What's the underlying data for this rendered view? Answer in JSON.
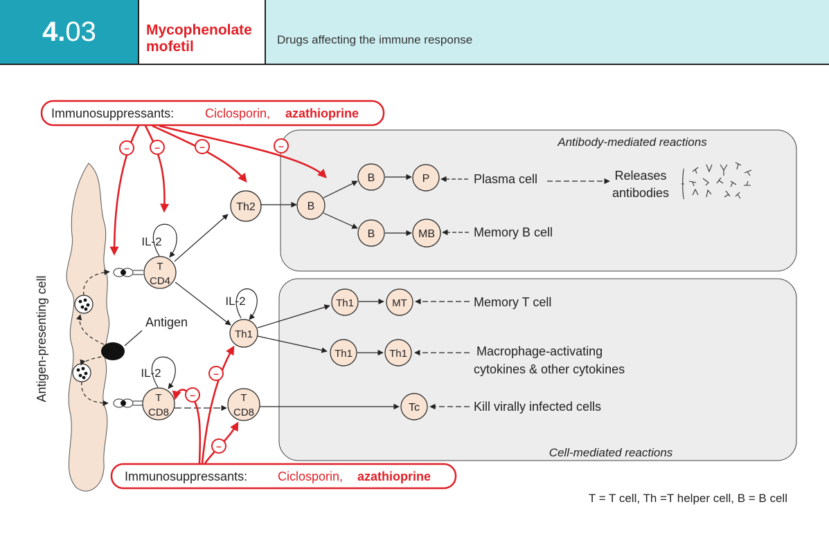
{
  "header": {
    "number_major": "4.",
    "number_minor": "03",
    "title_line1": "Mycophenolate",
    "title_line2": "mofetil",
    "subtitle": "Drugs affecting the immune response"
  },
  "immunosuppressants_top": {
    "label": "Immunosuppressants:",
    "drug1": "Ciclosporin,",
    "drug2": "azathioprine"
  },
  "immunosuppressants_bottom": {
    "label": "Immunosuppressants:",
    "drug1": "Ciclosporin,",
    "drug2": "azathioprine"
  },
  "inhibit_symbol": "–",
  "apc_label": "Antigen-presenting cell",
  "antigen_label": "Antigen",
  "il2": "IL-2",
  "cells": {
    "t_cd4_top": "T",
    "t_cd4_bottom": "CD4",
    "t_cd8_top": "T",
    "t_cd8_bottom": "CD8",
    "th2": "Th2",
    "b": "B",
    "p": "P",
    "mb": "MB",
    "th1": "Th1",
    "mt": "MT",
    "tc": "Tc"
  },
  "antibody_panel": {
    "title": "Antibody-mediated reactions",
    "plasma_cell": "Plasma cell",
    "releases_line1": "Releases",
    "releases_line2": "antibodies",
    "memory_b": "Memory B cell"
  },
  "cell_panel": {
    "title": "Cell-mediated reactions",
    "memory_t": "Memory T cell",
    "macrophage_line1": "Macrophage-activating",
    "macrophage_line2": "cytokines  & other cytokines",
    "kill": "Kill virally infected cells"
  },
  "legend": "T = T cell,  Th =T helper cell, B = B cell",
  "colors": {
    "header_teal": "#1fa3b8",
    "header_light": "#cdeef0",
    "drug_red": "#e01f26",
    "cell_fill": "#f9e3d3",
    "panel_fill": "#ededed"
  }
}
